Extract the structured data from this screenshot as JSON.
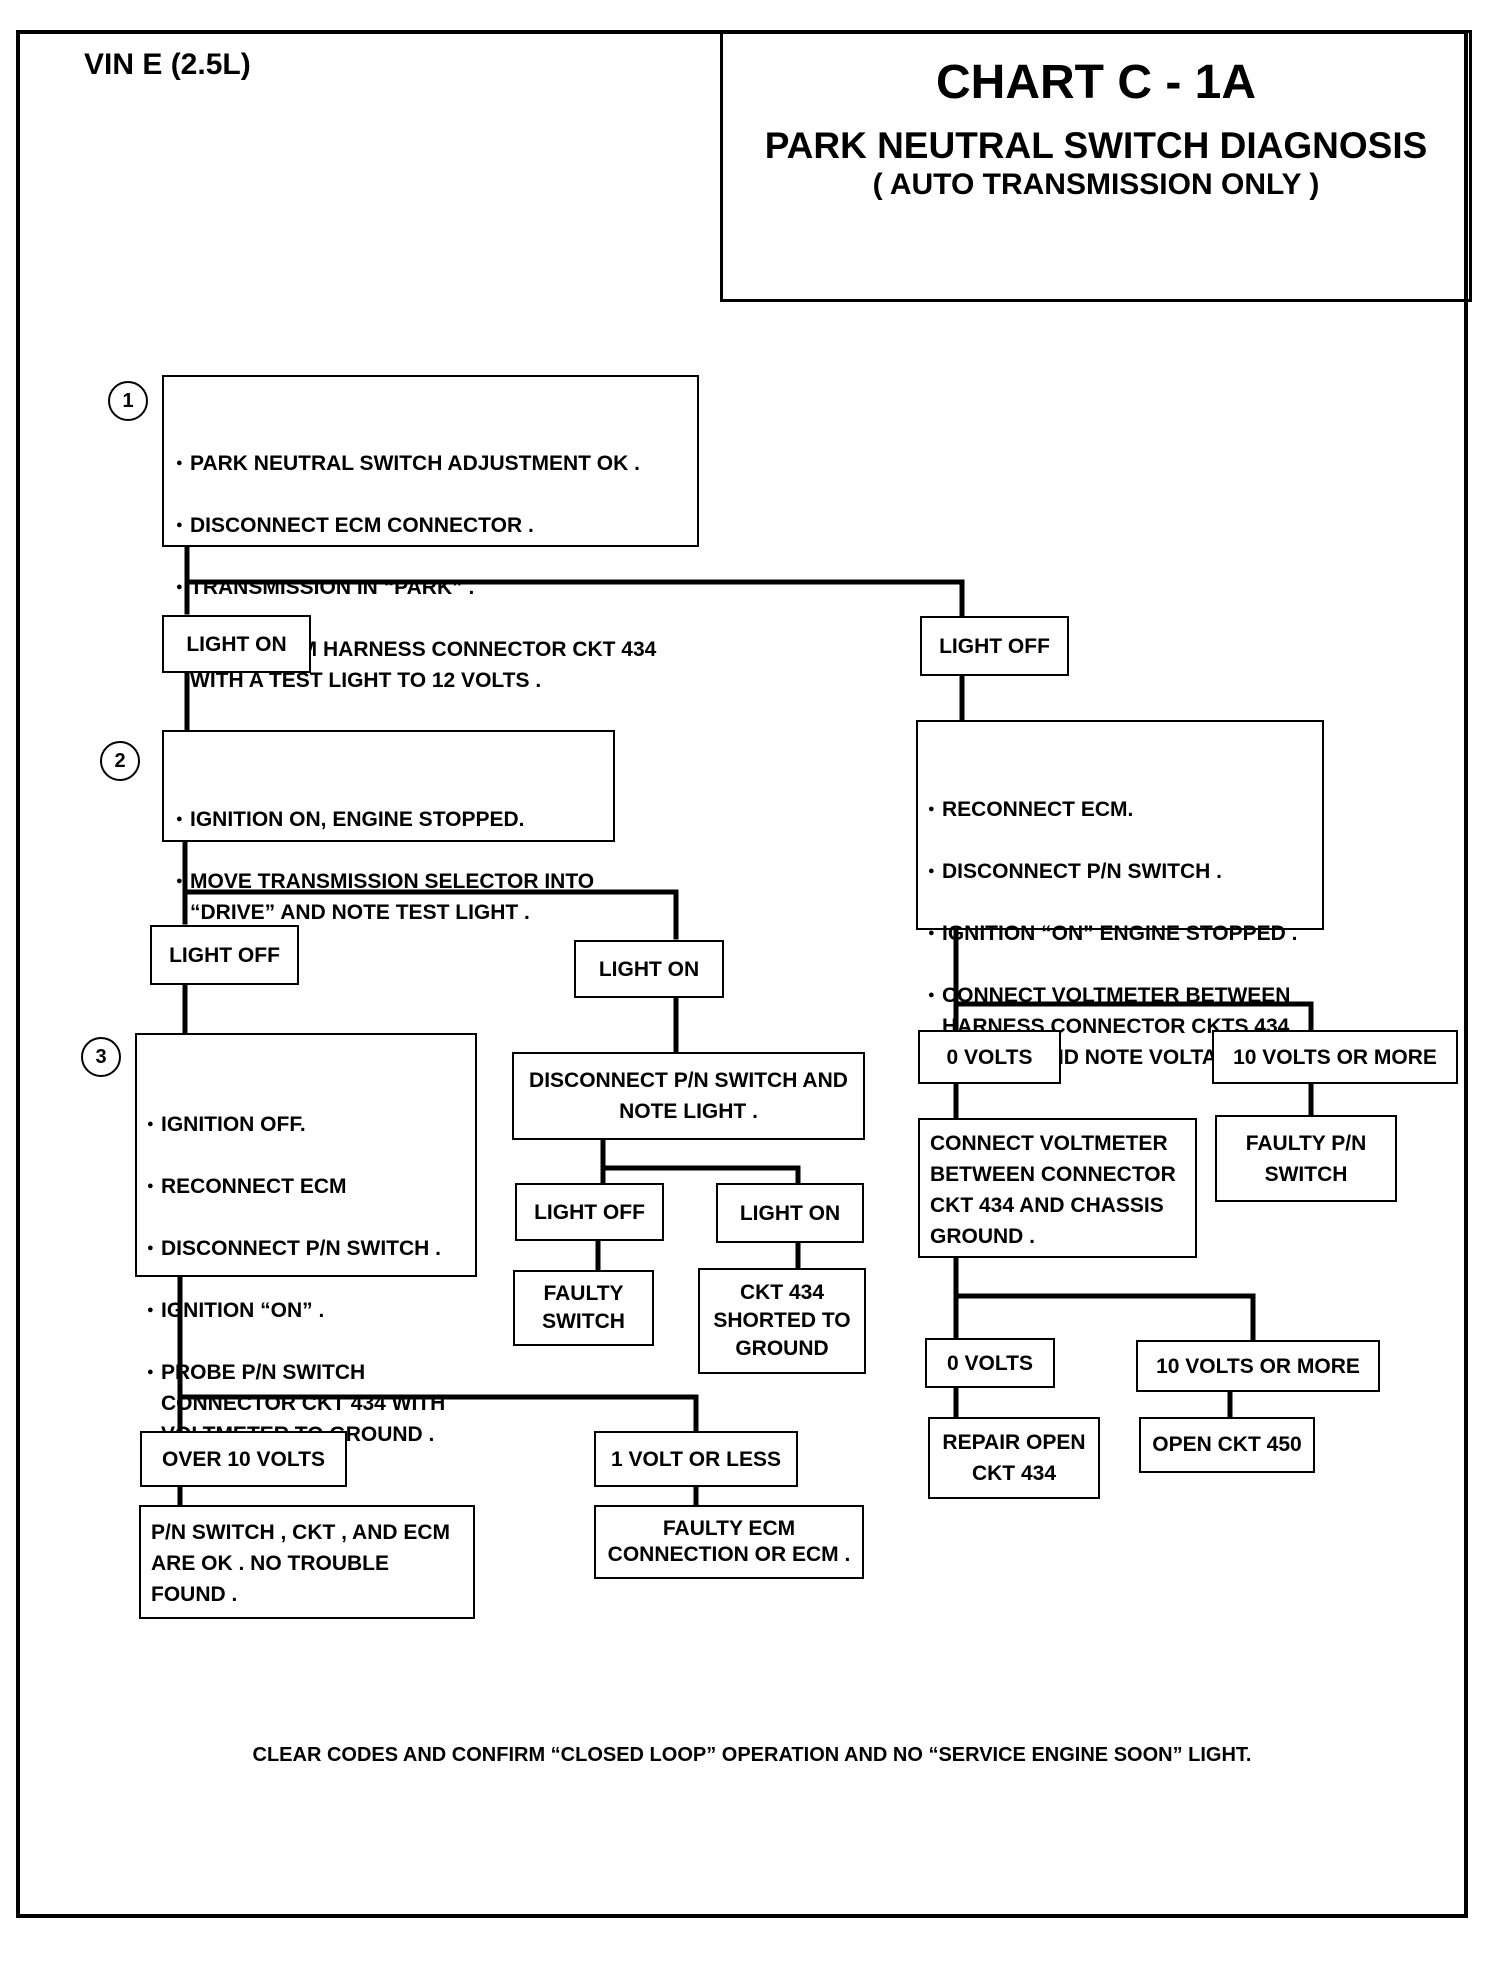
{
  "header": {
    "vin": "VIN E (2.5L)",
    "chart_id": "CHART C - 1A",
    "title": "PARK NEUTRAL SWITCH DIAGNOSIS",
    "subtitle": "( AUTO TRANSMISSION ONLY )"
  },
  "steps": {
    "step1": {
      "number": "1",
      "items": [
        "PARK NEUTRAL SWITCH ADJUSTMENT OK .",
        "DISCONNECT ECM CONNECTOR .",
        "TRANSMISSION IN “PARK” .",
        "PROBE ECM HARNESS CONNECTOR CKT 434\nWITH A TEST LIGHT TO 12 VOLTS ."
      ]
    },
    "step2": {
      "number": "2",
      "items": [
        "IGNITION ON, ENGINE STOPPED.",
        "MOVE TRANSMISSION SELECTOR INTO\n“DRIVE” AND NOTE TEST LIGHT ."
      ]
    },
    "step3": {
      "number": "3",
      "items": [
        "IGNITION OFF.",
        "RECONNECT ECM",
        "DISCONNECT P/N SWITCH .",
        "IGNITION “ON” .",
        "PROBE P/N SWITCH\nCONNECTOR CKT 434 WITH\nVOLTMETER TO GROUND ."
      ]
    },
    "right_test": {
      "items": [
        "RECONNECT ECM.",
        "DISCONNECT P/N SWITCH .",
        "IGNITION “ON” ENGINE STOPPED .",
        "CONNECT VOLTMETER BETWEEN\nHARNESS CONNECTOR CKTS 434\nAND 450 AND NOTE VOLTAGE ."
      ]
    }
  },
  "labels": {
    "s1_light_on": "LIGHT ON",
    "s1_light_off": "LIGHT OFF",
    "s2_light_off": "LIGHT OFF",
    "s2_light_on": "LIGHT ON",
    "pn_light_off": "LIGHT OFF",
    "pn_light_on": "LIGHT ON",
    "s3_over_10": "OVER 10  VOLTS",
    "s3_1_volt": "1  VOLT OR LESS",
    "r_0_volts": "0  VOLTS",
    "r_10_volts": "10  VOLTS OR MORE",
    "rc_0_volts": "0  VOLTS",
    "rc_10_volts": "10  VOLTS OR MORE"
  },
  "actions": {
    "disconnect_pn": "DISCONNECT P/N SWITCH AND\nNOTE LIGHT .",
    "connect_voltmeter": "CONNECT VOLTMETER\nBETWEEN CONNECTOR\nCKT 434 AND CHASSIS\nGROUND ."
  },
  "results": {
    "faulty_switch": "FAULTY\nSWITCH",
    "ckt434_shorted": "CKT 434\nSHORTED TO\nGROUND",
    "pn_ok": "P/N SWITCH , CKT , AND ECM\nARE OK . NO TROUBLE\nFOUND .",
    "faulty_ecm": "FAULTY ECM\nCONNECTION OR ECM .",
    "faulty_pn": "FAULTY P/N\nSWITCH",
    "repair_open_434": "REPAIR OPEN\nCKT 434",
    "open_450": "OPEN CKT 450"
  },
  "footer": "CLEAR CODES AND CONFIRM  “CLOSED LOOP” OPERATION AND NO “SERVICE ENGINE SOON” LIGHT."
}
